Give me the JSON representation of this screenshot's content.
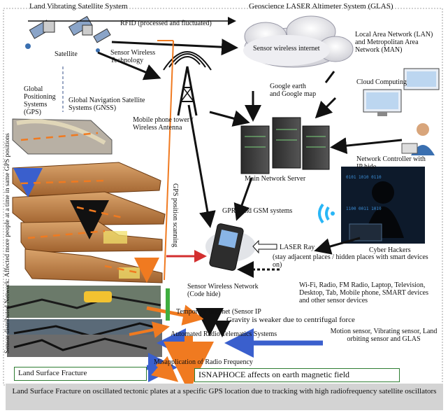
{
  "labels": {
    "land_vibrating": "Land Vibrating Satellite System",
    "glas": "Geoscience LASER Altimeter System (GLAS)",
    "rfid": "RFID (processed and fluctuated)",
    "satellite": "Satellite",
    "sensor_wireless_tech": "Sensor Wireless Technology",
    "sensor_wireless_internet": "Sensor wireless internet",
    "lan_man": "Local Area Network (LAN) and Metropolitan Area Network (MAN)",
    "gps": "Global Positioning Systems (GPS)",
    "gnss": "Global Navigation Satellite Systems (GNSS)",
    "google": "Google earth and Google map",
    "cloud": "Cloud Computing",
    "mobile_tower": "Mobile phone tower / Wireless Antenna",
    "main_server": "Main Network Server",
    "network_controller": "Network Controller with IP hide",
    "gprs_gsm": "GPRS and GSM systems",
    "gps_scanning": "GPS position scanning",
    "laser_ray": "LASER Ray",
    "cyber_hackers": "Cyber Hackers",
    "stay_adjacent": "(stay adjacent places / hidden places with smart devices on)",
    "sensor_wireless_network": "Sensor Wireless Network (Code hide)",
    "devices": "Wi-Fi, Radio, FM Radio, Laptop, Television, Desktop, Tab, Mobile phone, SMART devices and other sensor devices",
    "temporary_internet": "Temporary Internet (Sensor IP",
    "gravity": "Gravity is weaker due to centrifugal force",
    "automated_radio": "Automated Radio Telematics Systems",
    "motion_sensor": "Motion sensor, Vibrating sensor, Land orbiting sensor and GLAS",
    "misapplication": "Misapplication of Radio Frequency",
    "land_surface_fracture": "Land Surface Fracture",
    "isnaphoce": "ISNAPHOCE affects on earth magnetic field",
    "vertical_left": "Sensor distributed Network: Affected more people at a time in same GPS positions",
    "footer": "Land Surface Fracture on oscillated tectonic plates at a specific GPS location due to tracking with high radiofrequency satellite oscillators"
  },
  "colors": {
    "arrow_black": "#111111",
    "arrow_blue": "#3a5fcd",
    "arrow_orange": "#f07a20",
    "box_green": "#2e7d32",
    "footer_gray": "#d3d3d3",
    "laser_red": "#d32f2f",
    "wifi_blue": "#29b6f6"
  }
}
